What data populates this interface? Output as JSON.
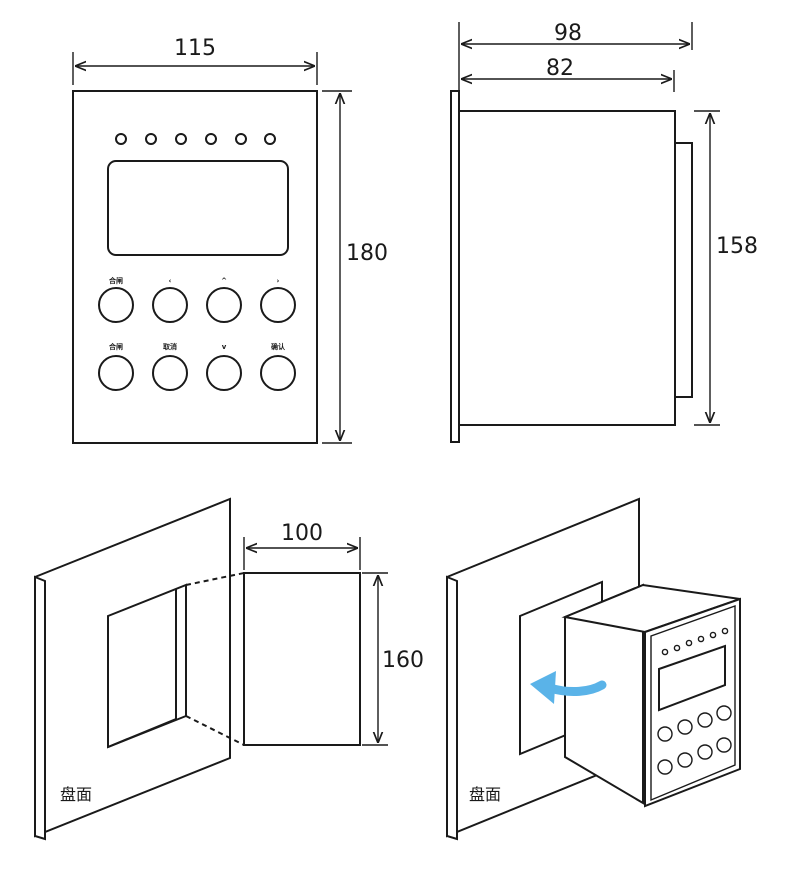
{
  "front_view": {
    "width_label": "115",
    "height_label": "180",
    "button_labels": [
      "合闸",
      "‹",
      "^",
      "›",
      "合闸",
      "取消",
      "v",
      "确认"
    ]
  },
  "side_view": {
    "depth_total_label": "98",
    "depth_body_label": "82",
    "height_label": "158"
  },
  "cutout_view": {
    "width_label": "100",
    "height_label": "160",
    "panel_label": "盘面"
  },
  "install_view": {
    "panel_label": "盘面",
    "arrow_color": "#5ab3e8"
  }
}
